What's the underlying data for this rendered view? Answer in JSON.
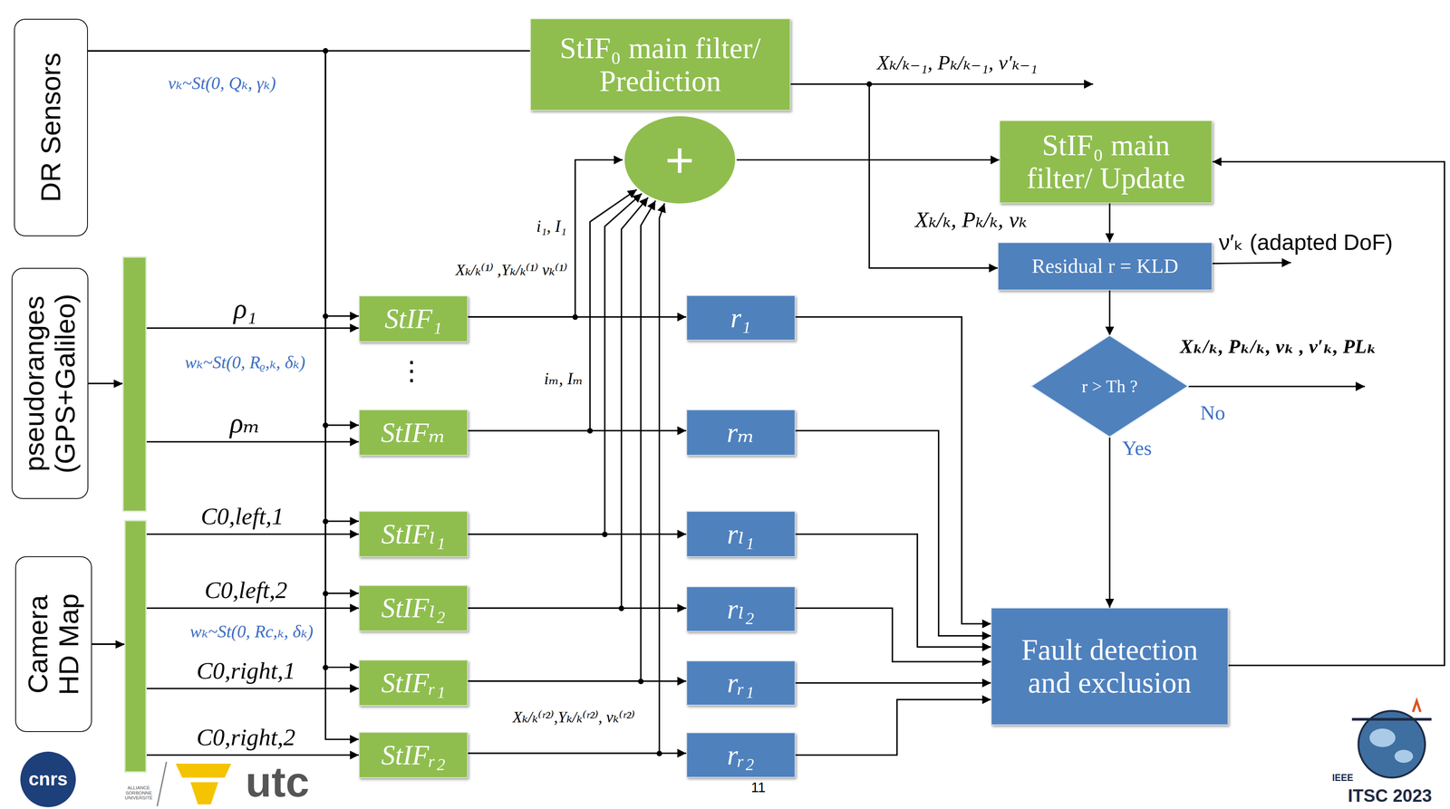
{
  "diagram": {
    "nodes": [
      {
        "text": [
          "DR Sensors"
        ]
      },
      {
        "text": [
          "StIF₀ main filter/ Prediction"
        ]
      },
      {
        "text": [
          "pseudoranges (GPS+Galileo)"
        ]
      },
      {
        "text": [
          "+"
        ]
      },
      {
        "text": [
          "StIF₀ main filter/ Update"
        ]
      },
      {
        "text": [
          "Residual r = KLD"
        ]
      },
      {
        "text": [
          "r > Th ?"
        ]
      },
      {
        "text": [
          "StIF₁"
        ]
      },
      {
        "text": [
          "r₁"
        ]
      },
      {
        "text": [
          "StIFₘ"
        ]
      },
      {
        "text": [
          "rₘ"
        ]
      },
      {
        "text": [
          "StIFₗ₁"
        ]
      },
      {
        "text": [
          "rₗ₁"
        ]
      },
      {
        "text": [
          "StIFₗ₂"
        ]
      },
      {
        "text": [
          "rₗ₂"
        ]
      },
      {
        "text": [
          "Camera HD Map"
        ]
      },
      {
        "text": [
          "StIFᵣ₁"
        ]
      },
      {
        "text": [
          "rᵣ₁"
        ]
      },
      {
        "text": [
          "StIFᵣ₂"
        ]
      },
      {
        "text": [
          "rᵣ₂"
        ]
      },
      {
        "text": [
          "Fault detection and exclusion"
        ]
      }
    ],
    "edges": [
      {
        "from": 0,
        "to": 1,
        "arrow": "none"
      },
      {
        "from": 0,
        "to": 7,
        "arrow": "to"
      },
      {
        "from": 0,
        "to": 9,
        "arrow": "to"
      },
      {
        "from": 0,
        "to": 11,
        "arrow": "to"
      },
      {
        "from": 0,
        "to": 13,
        "arrow": "to"
      },
      {
        "from": 0,
        "to": 16,
        "arrow": "to"
      },
      {
        "from": 0,
        "to": 18,
        "arrow": "to"
      },
      {
        "from": 2,
        "to": 7,
        "label": "ρ₁",
        "arrow": "to"
      },
      {
        "from": 2,
        "to": 9,
        "label": "ρₘ",
        "arrow": "to"
      },
      {
        "from": 15,
        "to": 11,
        "label": "C0,left,1",
        "arrow": "to"
      },
      {
        "from": 15,
        "to": 13,
        "label": "C0,left,2",
        "arrow": "to"
      },
      {
        "from": 15,
        "to": 16,
        "label": "C0,right,1",
        "arrow": "to"
      },
      {
        "from": 15,
        "to": 18,
        "label": "C0,right,2",
        "arrow": "to"
      },
      {
        "from": 7,
        "to": 8,
        "label": "Xₖ/ₖ⁽¹⁾ ,Yₖ/ₖ⁽¹⁾ νₖ⁽¹⁾",
        "arrow": "to"
      },
      {
        "from": 7,
        "to": 3,
        "label": "i₁, I₁",
        "arrow": "to"
      },
      {
        "from": 9,
        "to": 10,
        "arrow": "to"
      },
      {
        "from": 9,
        "to": 3,
        "label": "iₘ, Iₘ",
        "arrow": "to"
      },
      {
        "from": 11,
        "to": 12,
        "arrow": "to"
      },
      {
        "from": 11,
        "to": 3,
        "arrow": "to"
      },
      {
        "from": 13,
        "to": 14,
        "arrow": "to"
      },
      {
        "from": 13,
        "to": 3,
        "arrow": "to"
      },
      {
        "from": 16,
        "to": 17,
        "arrow": "to"
      },
      {
        "from": 16,
        "to": 3,
        "arrow": "to"
      },
      {
        "from": 18,
        "to": 19,
        "label": "Xₖ/ₖ⁽ʳ²⁾,Yₖ/ₖ⁽ʳ²⁾, νₖ⁽ʳ²⁾",
        "arrow": "to"
      },
      {
        "from": 18,
        "to": 3,
        "arrow": "to"
      },
      {
        "from": 3,
        "to": 4,
        "arrow": "to"
      },
      {
        "from": 1,
        "to": 5,
        "arrow": "to"
      },
      {
        "from": 4,
        "to": 5,
        "arrow": "to"
      },
      {
        "from": 5,
        "to": 6,
        "arrow": "to"
      },
      {
        "from": 6,
        "to": 20,
        "label": "Yes",
        "arrow": "to"
      },
      {
        "from": 8,
        "to": 20,
        "arrow": "to"
      },
      {
        "from": 10,
        "to": 20,
        "arrow": "to"
      },
      {
        "from": 12,
        "to": 20,
        "arrow": "to"
      },
      {
        "from": 14,
        "to": 20,
        "arrow": "to"
      },
      {
        "from": 17,
        "to": 20,
        "arrow": "to"
      },
      {
        "from": 19,
        "to": 20,
        "arrow": "to"
      },
      {
        "from": 20,
        "to": 4,
        "arrow": "to"
      }
    ],
    "labels": [
      "Xₖ/ₖ₋₁, Pₖ/ₖ₋₁, ν′ₖ₋₁",
      "vₖ~St(0, Qₖ, γₖ)",
      "Xₖ/ₖ, Pₖ/ₖ, νₖ",
      "ν′ₖ (adapted DoF)",
      "Xₖ/ₖ, Pₖ/ₖ, νₖ , ν′ₖ, PLₖ",
      "No",
      "wₖ~St(0, Rᵨ,ₖ, δₖ)",
      "⋮",
      "wₖ~St(0, Rc,ₖ, δₖ)",
      "11",
      "cnrs",
      "ALLIANCE SORBONNE UNIVERSITÉ",
      "utc",
      "IEEE",
      "ITSC 2023"
    ]
  }
}
